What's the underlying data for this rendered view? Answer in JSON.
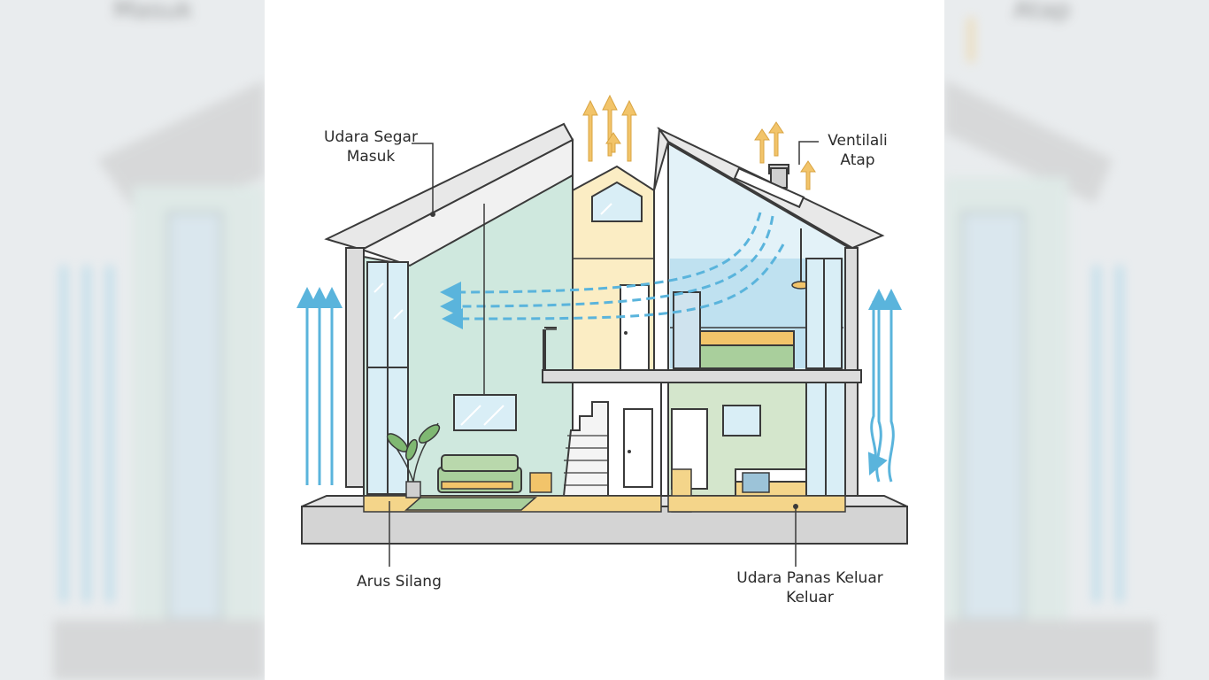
{
  "background": {
    "left_caption": "Masuk",
    "right_caption": "Atap"
  },
  "labels": {
    "fresh_air_line1": "Udara Segar",
    "fresh_air_line2": "Masuk",
    "roof_vent_line1": "Ventilali",
    "roof_vent_line2": "Atap",
    "cross_flow": "Arus Silang",
    "hot_air_line1": "Udara Panas Keluar",
    "hot_air_line2": "Keluar"
  },
  "colors": {
    "fresh_air_arrow": "#5ab4dc",
    "hot_air_arrow": "#f2c46a",
    "wall_outline": "#3a3a3a",
    "room_green": "#cfe8de",
    "room_yellow": "#fbedc4",
    "room_blue": "#bfe1f0",
    "floor": "#f4d58a",
    "roof": "#e5e5e5"
  }
}
